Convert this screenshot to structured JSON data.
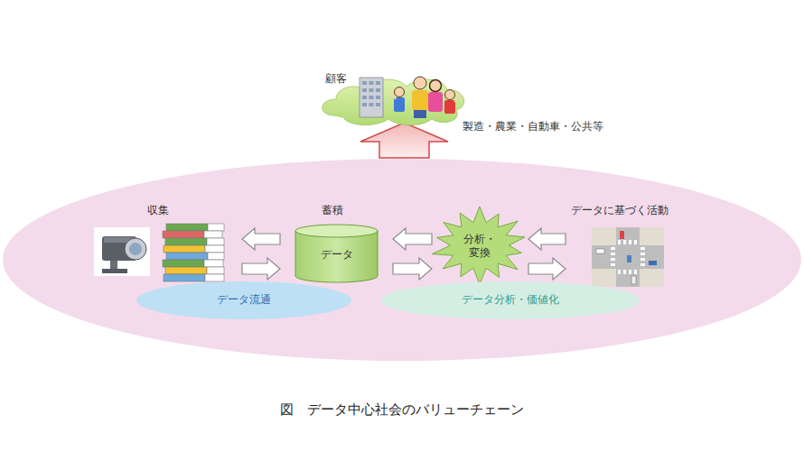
{
  "diagram": {
    "caption": "図　データ中心社会のバリューチェーン",
    "nodes": [
      {
        "text": [
          "顧客",
          "製造・農業・自動車・公共等"
        ]
      },
      {
        "text": [
          "収集"
        ]
      },
      {
        "text": [
          "蓄積",
          "データ"
        ]
      },
      {
        "text": [
          "分析・ 変換"
        ]
      },
      {
        "text": [
          "データに基づく活動"
        ]
      },
      {
        "text": [
          "データ流通"
        ]
      },
      {
        "text": [
          "データ分析・価値化"
        ]
      }
    ],
    "edges": [
      {
        "from": 2,
        "to": 1,
        "arrow": "to"
      },
      {
        "from": 1,
        "to": 2,
        "arrow": "to"
      },
      {
        "from": 3,
        "to": 2,
        "arrow": "to"
      },
      {
        "from": 2,
        "to": 3,
        "arrow": "to"
      },
      {
        "from": 4,
        "to": 3,
        "arrow": "to"
      },
      {
        "from": 3,
        "to": 4,
        "arrow": "to"
      }
    ]
  }
}
